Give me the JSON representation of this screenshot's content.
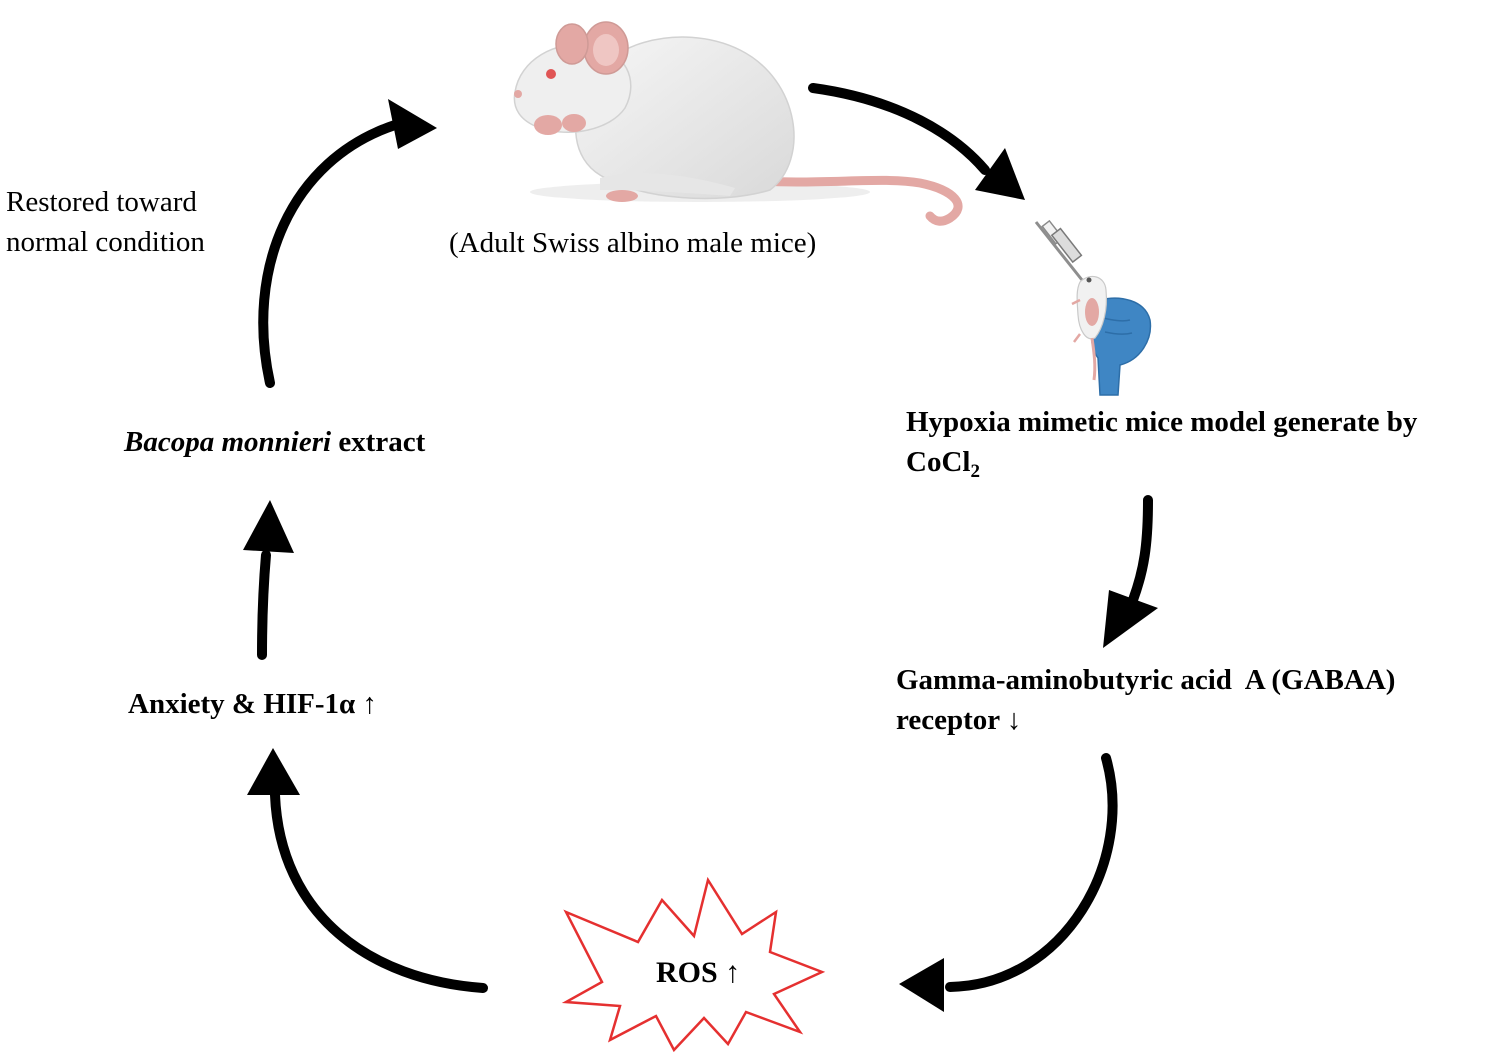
{
  "nodes": {
    "mice": {
      "text": "(Adult Swiss albino male mice)"
    },
    "hypoxia": {
      "line1": "Hypoxia mimetic mice model generate by",
      "formula_main": "CoCl",
      "formula_sub": "2"
    },
    "gaba": {
      "line1": "Gamma-aminobutyric acid  A (GABAA)",
      "line2": "receptor ↓"
    },
    "ros": {
      "text": "ROS ↑"
    },
    "anxiety": {
      "text": "Anxiety & HIF-1α ↑"
    },
    "bacopa": {
      "italic": "Bacopa monnieri",
      "rest": " extract"
    }
  },
  "edge_labels": {
    "restored": {
      "line1": "Restored toward",
      "line2": "normal condition"
    }
  },
  "icons": [
    "mouse-icon",
    "syringe-injection-icon",
    "burst-icon"
  ],
  "colors": {
    "arrow": "#000000",
    "burst_stroke": "#e53030",
    "glove": "#3f86c4",
    "mouse_body": "#ececec",
    "mouse_pink": "#e3a8a4"
  }
}
